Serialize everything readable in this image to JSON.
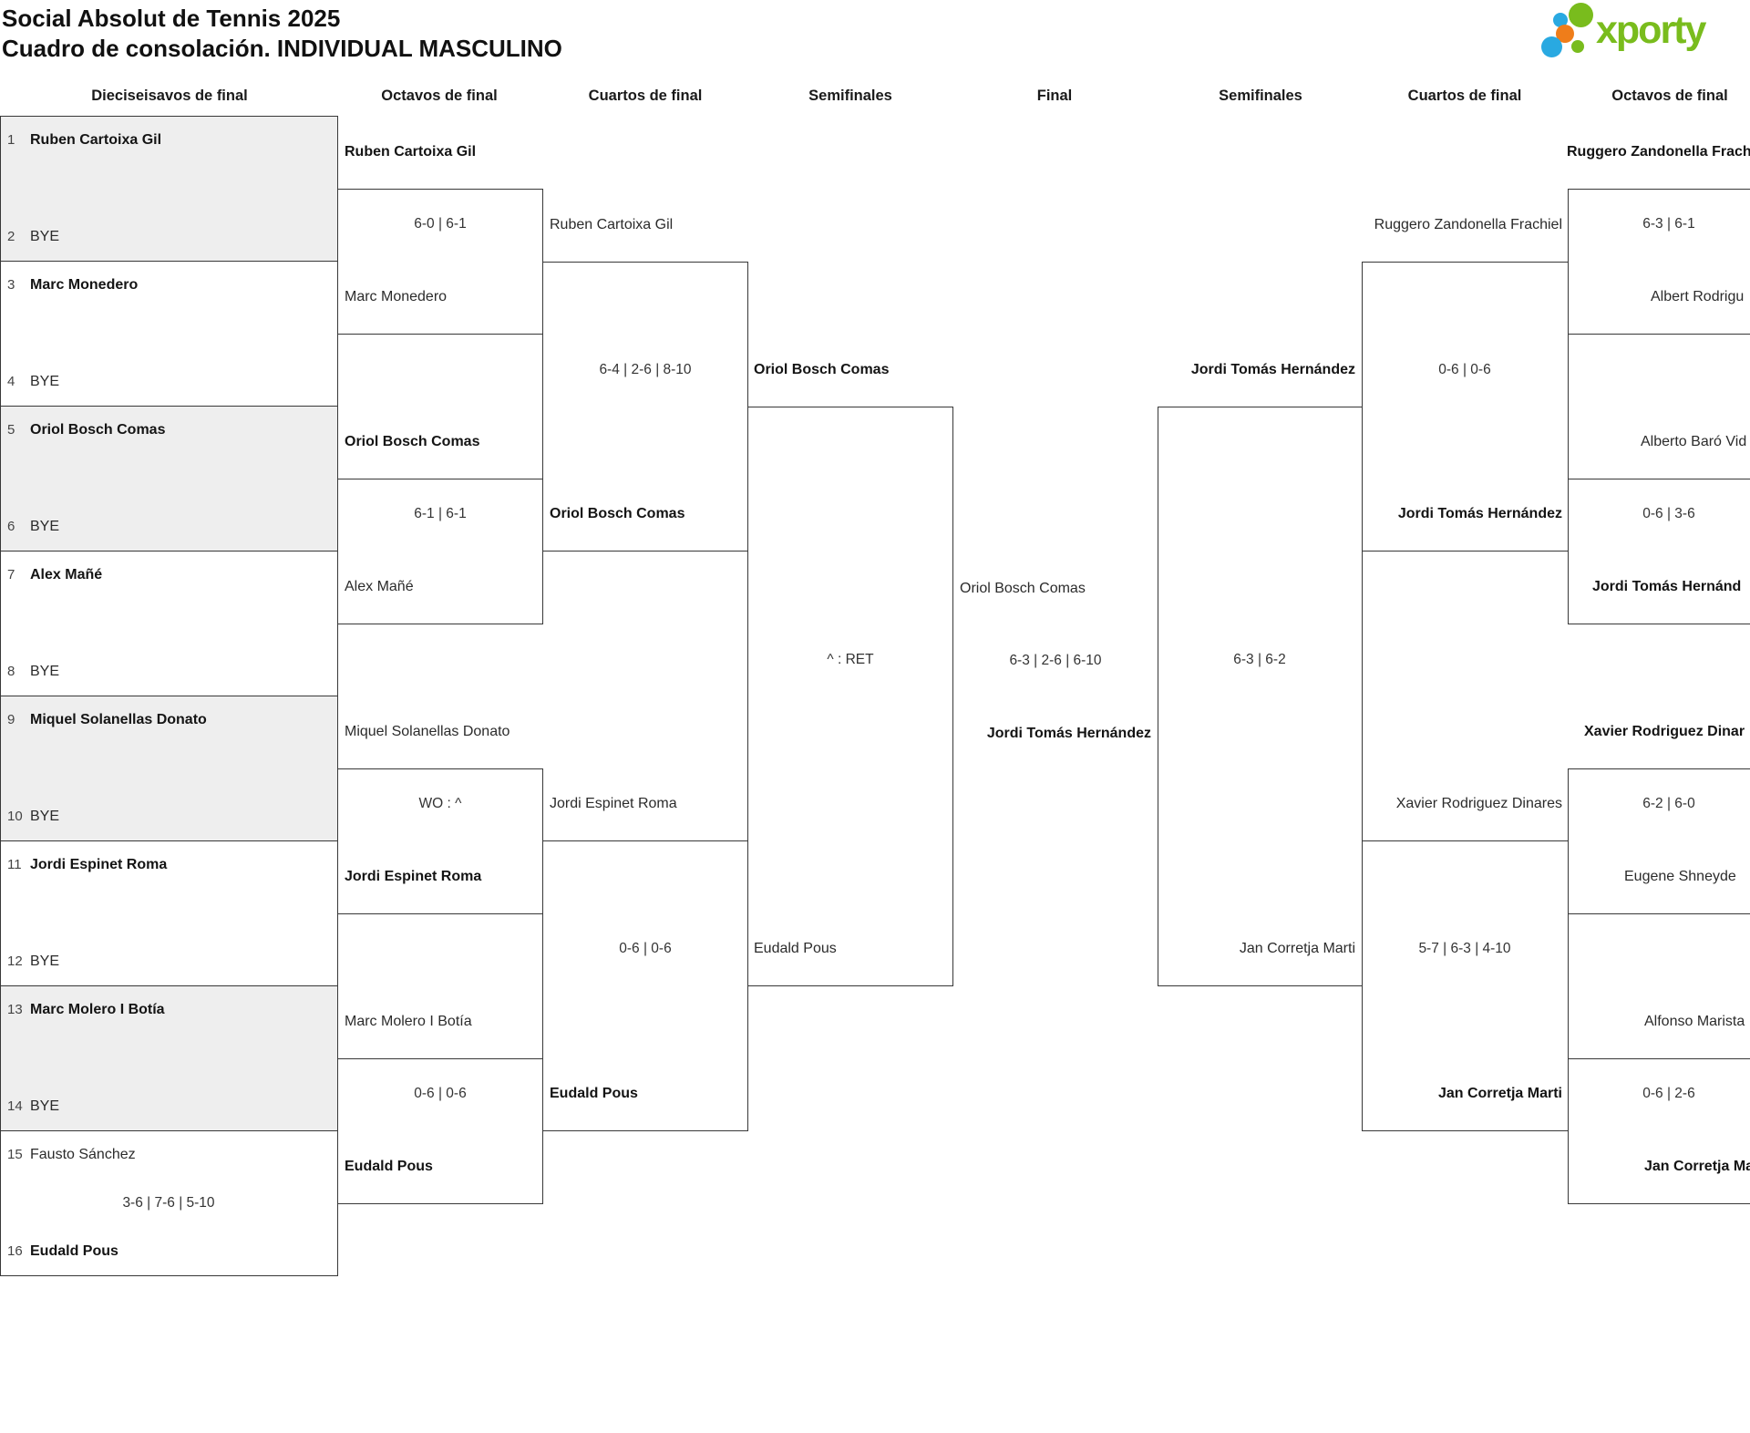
{
  "header": {
    "title": "Social Absolut de Tennis 2025",
    "subtitle": "Cuadro de consolación. INDIVIDUAL MASCULINO"
  },
  "logo": {
    "wordmark": "xporty",
    "green": "#79bc1d",
    "blue": "#29a9e1",
    "orange": "#ef7d1a"
  },
  "round_headers": {
    "r32_left": "Dieciseisavos de final",
    "r16_left": "Octavos de final",
    "qf_left": "Cuartos de final",
    "sf_left": "Semifinales",
    "final": "Final",
    "sf_right": "Semifinales",
    "qf_right": "Cuartos de final",
    "r16_right": "Octavos de final"
  },
  "draw": {
    "seeds": [
      {
        "n": "1",
        "name": "Ruben Cartoixa Gil"
      },
      {
        "n": "2",
        "name": "BYE"
      },
      {
        "n": "3",
        "name": "Marc Monedero"
      },
      {
        "n": "4",
        "name": "BYE"
      },
      {
        "n": "5",
        "name": "Oriol Bosch Comas"
      },
      {
        "n": "6",
        "name": "BYE"
      },
      {
        "n": "7",
        "name": "Alex Mañé"
      },
      {
        "n": "8",
        "name": "BYE"
      },
      {
        "n": "9",
        "name": "Miquel Solanellas Donato"
      },
      {
        "n": "10",
        "name": "BYE"
      },
      {
        "n": "11",
        "name": "Jordi Espinet Roma"
      },
      {
        "n": "12",
        "name": "BYE"
      },
      {
        "n": "13",
        "name": "Marc Molero I Botía"
      },
      {
        "n": "14",
        "name": "BYE"
      },
      {
        "n": "15",
        "name": "Fausto Sánchez"
      },
      {
        "n": "16",
        "name": "Eudald Pous"
      }
    ],
    "r32_match_score": "3-6 | 7-6 | 5-10",
    "r16_left": [
      {
        "p1": "Ruben Cartoixa Gil",
        "score": "6-0 | 6-1",
        "p2": "Marc Monedero"
      },
      {
        "p1": "Oriol Bosch Comas",
        "score": "6-1 | 6-1",
        "p2": "Alex Mañé"
      },
      {
        "p1": "Miquel Solanellas Donato",
        "score": "WO : ^",
        "p2": "Jordi Espinet Roma"
      },
      {
        "p1": "Marc Molero I Botía",
        "score": "0-6 | 0-6",
        "p2": "Eudald Pous"
      }
    ],
    "qf_left": [
      {
        "p1": "Ruben Cartoixa Gil",
        "score": "6-4 | 2-6 | 8-10",
        "p2": "Oriol Bosch Comas"
      },
      {
        "p1": "Jordi Espinet Roma",
        "score": "0-6 | 0-6",
        "p2": "Eudald Pous"
      }
    ],
    "sf_left": {
      "p1": "Oriol Bosch Comas",
      "score": "^ : RET",
      "p2": "Eudald Pous"
    },
    "final": {
      "p1": "Oriol Bosch Comas",
      "score": "6-3 | 2-6 | 6-10",
      "p2": "Jordi Tomás Hernández"
    },
    "sf_right": {
      "p1": "Jordi Tomás Hernández",
      "score": "6-3 | 6-2",
      "p2": "Jan Corretja Marti"
    },
    "qf_right": [
      {
        "p1": "Ruggero Zandonella Frachiel",
        "score": "0-6 | 0-6",
        "p2": "Jordi Tomás Hernández"
      },
      {
        "p1": "Xavier Rodriguez Dinares",
        "score": "5-7 | 6-3 | 4-10",
        "p2": "Jan Corretja Marti"
      }
    ],
    "r16_right": [
      {
        "p1": "Ruggero Zandonella Frach",
        "score": "6-3 | 6-1",
        "p2": "Albert Rodrigu"
      },
      {
        "p1": "Alberto Baró Vid",
        "score": "0-6 | 3-6",
        "p2": "Jordi Tomás Hernánd"
      },
      {
        "p1": "Xavier Rodriguez Dinar",
        "score": "6-2 | 6-0",
        "p2": "Eugene Shneyde"
      },
      {
        "p1": "Alfonso Marista",
        "score": "0-6 | 2-6",
        "p2": "Jan Corretja Ma"
      }
    ]
  }
}
